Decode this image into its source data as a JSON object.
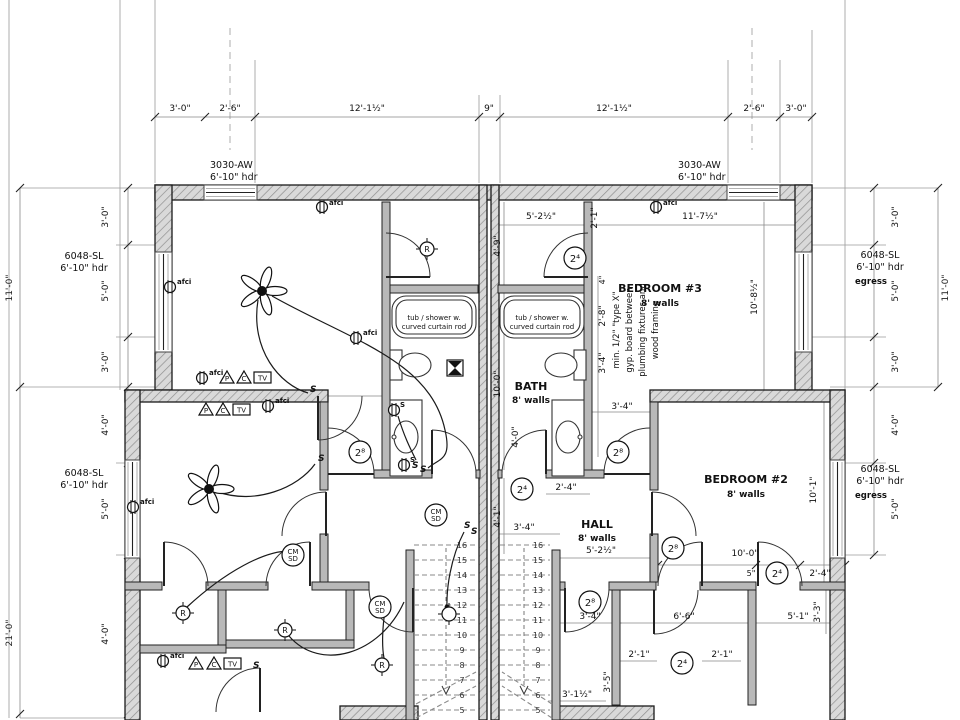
{
  "windows": {
    "top_left": {
      "model": "3030-AW",
      "header": "6'-10\" hdr"
    },
    "top_right": {
      "model": "3030-AW",
      "header": "6'-10\" hdr"
    },
    "upper_left": {
      "model": "6048-SL",
      "header": "6'-10\" hdr"
    },
    "lower_left": {
      "model": "6048-SL",
      "header": "6'-10\" hdr"
    },
    "upper_right": {
      "model": "6048-SL",
      "header": "6'-10\" hdr",
      "egress": "egress"
    },
    "lower_right": {
      "model": "6048-SL",
      "header": "6'-10\" hdr",
      "egress": "egress"
    }
  },
  "rooms": {
    "bedroom3": {
      "name": "BEDROOM #3",
      "walls": "8' walls"
    },
    "bedroom2": {
      "name": "BEDROOM #2",
      "walls": "8' walls"
    },
    "bath": {
      "name": "BATH",
      "walls": "8' walls"
    },
    "hall": {
      "name": "HALL",
      "walls": "8' walls"
    }
  },
  "fixtures": {
    "tub_line1": "tub / shower w.",
    "tub_line2": "curved curtain rod"
  },
  "note": {
    "line1": "min. 1/2\" \"type X\"",
    "line2": "gyp. board between",
    "line3": "plumbing fixtures and",
    "line4": "wood framing"
  },
  "dims": {
    "top": [
      "3'-0\"",
      "2'-6\"",
      "12'-1½\"",
      "9\"",
      "12'-1½\"",
      "2'-6\"",
      "3'-0\""
    ],
    "left": [
      "3'-0\"",
      "5'-0\"",
      "3'-0\"",
      "4'-0\"",
      "5'-0\"",
      "4'-0\""
    ],
    "left_overall_upper": "11'-0\"",
    "left_overall_lower": "21'-0\"",
    "right": [
      "3'-0\"",
      "5'-0\"",
      "3'-0\"",
      "4'-0\"",
      "5'-0\""
    ],
    "right_overall": "11'-0\"",
    "interior": {
      "closet_w": "5'-2½\"",
      "wall_seg": "2'-1\"",
      "bed3_w": "11'-7½\"",
      "closet_d": "4'-9\"",
      "bath_len": "10'-0\"",
      "hall_ret": "4'-1\"",
      "jamb4": "4\"",
      "d28": "2'-8\"",
      "seg34a": "3'-4\"",
      "seg34b": "3'-4\"",
      "bed3_d": "10'-8½\"",
      "bath_w": "4'-0\"",
      "bathdoor": "2'-4\"",
      "stair_w": "3'-4\"",
      "hall_w": "5'-2½\"",
      "hall34": "3'-4\"",
      "c21a": "2'-1\"",
      "c21b": "2'-1\"",
      "st35": "3'-5\"",
      "st31h": "3'-1½\"",
      "clo66": "6'-6\"",
      "nook51": "5'-1\"",
      "nook33": "3'-3\"",
      "bed2_w": "10'-0\"",
      "jamb5": "5\"",
      "door24": "2'-4\"",
      "bed2_d": "10'-1\""
    }
  },
  "stairs": {
    "numbers": [
      "16",
      "15",
      "14",
      "13",
      "12",
      "11",
      "10",
      "9",
      "8",
      "7",
      "6",
      "5"
    ]
  },
  "doors": {
    "tag_2_4": "2⁴",
    "tag_2_8": "2⁸"
  },
  "electrical": {
    "outlet": "afci",
    "recessed": "R",
    "detector_top": "CM",
    "detector_bottom": "SD",
    "switch": "S",
    "phone": "P",
    "cable": "C",
    "tv": "TV",
    "sconce": "S"
  },
  "colors": {
    "wall_fill": "#b9b9b9",
    "line": "#1a1a1a",
    "dim": "#888"
  }
}
